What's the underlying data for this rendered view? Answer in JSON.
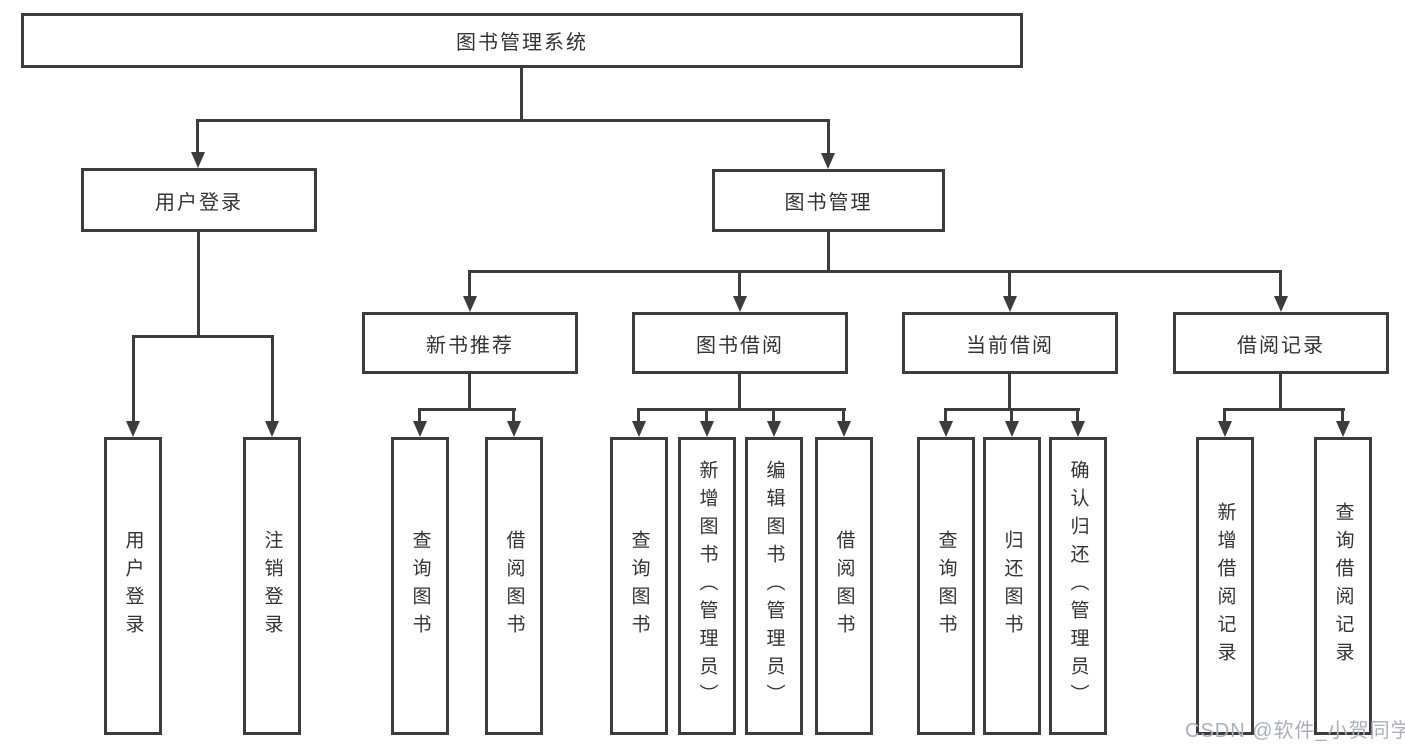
{
  "diagram": {
    "root": {
      "label": "图书管理系统"
    },
    "level2": [
      {
        "label": "用户登录"
      },
      {
        "label": "图书管理"
      }
    ],
    "level3": [
      {
        "label": "新书推荐"
      },
      {
        "label": "图书借阅"
      },
      {
        "label": "当前借阅"
      },
      {
        "label": "借阅记录"
      }
    ],
    "leaves": [
      {
        "label": "用户登录"
      },
      {
        "label": "注销登录"
      },
      {
        "label": "查询图书"
      },
      {
        "label": "借阅图书"
      },
      {
        "label": "查询图书"
      },
      {
        "label": "新增图书（管理员）"
      },
      {
        "label": "编辑图书（管理员）"
      },
      {
        "label": "借阅图书"
      },
      {
        "label": "查询图书"
      },
      {
        "label": "归还图书"
      },
      {
        "label": "确认归还（管理员）"
      },
      {
        "label": "新增借阅记录"
      },
      {
        "label": "查询借阅记录"
      }
    ]
  },
  "watermark": {
    "text": "CSDN @软件_小贺同学"
  },
  "colors": {
    "line": "#3c3c3c",
    "text": "#333333",
    "watermark": "#aab0bc",
    "background": "#ffffff"
  }
}
